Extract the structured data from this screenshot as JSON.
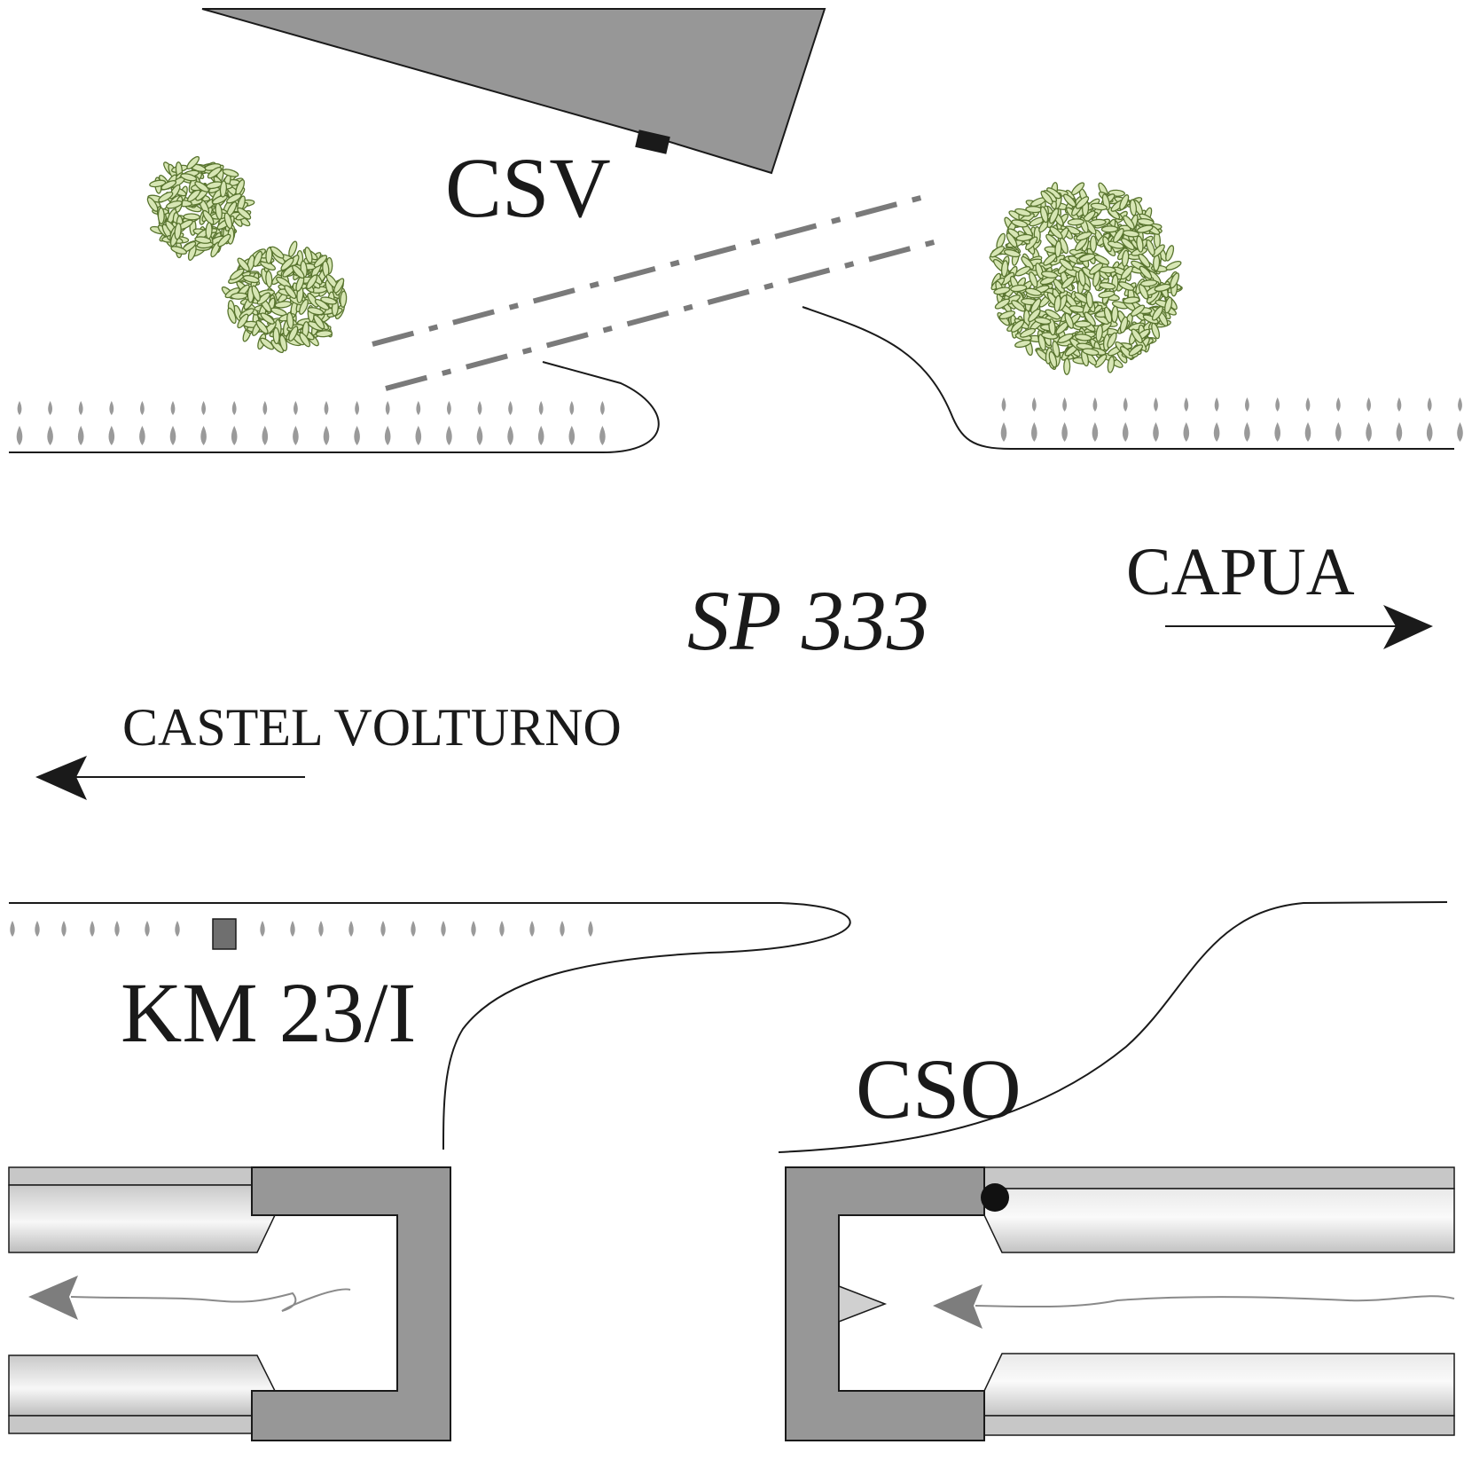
{
  "labels": {
    "csv": "CSV",
    "sp": "SP 333",
    "capua": "CAPUA",
    "castel_volturno": "CASTEL VOLTURNO",
    "km": "KM 23/I",
    "cso": "CSO"
  },
  "colors": {
    "structure_gray": "#979797",
    "line": "#1a1a1a",
    "dash": "#7a7a7a",
    "foliage_fill": "#d7e6b4",
    "foliage_stroke": "#58742e",
    "drop": "#9a9a9a",
    "pipe_light": "#f6f6f6",
    "pipe_dark": "#c4c4c4",
    "flow_arrow": "#7d7d7d"
  },
  "icons": [
    "bush-icon",
    "drop-icon",
    "arrow-right-icon",
    "arrow-left-icon",
    "black-dot-icon",
    "marker-square-icon"
  ]
}
